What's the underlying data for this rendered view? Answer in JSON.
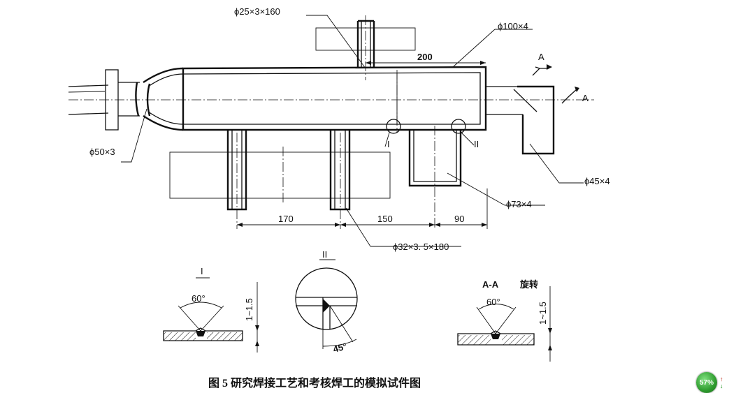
{
  "labels": {
    "top_pipe": "ϕ25×3×160",
    "main_pipe": "ϕ100×4",
    "dim_200": "200",
    "inlet_pipe": "ϕ50×3",
    "outlet_pipe": "ϕ45×4",
    "branch_pipe_73": "ϕ73×4",
    "branch_pipe_32": "ϕ32×3. 5×180",
    "section_A": "A",
    "section_A_right": "A",
    "detail_I": "I",
    "detail_II": "II",
    "dim_170": "170",
    "dim_150": "150",
    "dim_90": "90"
  },
  "details": {
    "detail_I_title": "I",
    "detail_I_angle": "60°",
    "detail_I_gap": "1~1.5",
    "detail_II_title": "II",
    "detail_II_angle": "45°",
    "section_title": "A-A",
    "section_rotated": "旋转",
    "section_angle": "60°",
    "section_gap": "1~1.5"
  },
  "caption": "图 5   研究焊接工艺和考核焊工的模拟试件图",
  "status": {
    "zoom": "57%",
    "arrow_up": "↑",
    "arrow_down": "↓"
  }
}
